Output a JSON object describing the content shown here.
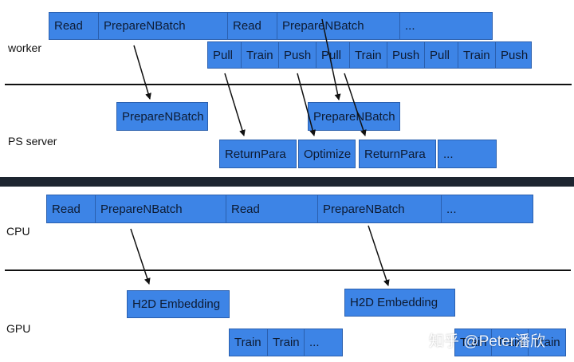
{
  "panel_ps": {
    "worker_label": "worker",
    "server_label": "PS server",
    "worker_row1": [
      "Read",
      "PrepareNBatch",
      "Read",
      "PrepareNBatch",
      "..."
    ],
    "worker_row2": [
      "Pull",
      "Train",
      "Push",
      "Pull",
      "Train",
      "Push",
      "Pull",
      "Train",
      "Push"
    ],
    "server_row1": [
      "PrepareNBatch",
      "PrepareNBatch"
    ],
    "server_row2": [
      "ReturnPara",
      "Optimize",
      "ReturnPara",
      "..."
    ]
  },
  "panel_gpu": {
    "cpu_label": "CPU",
    "gpu_label": "GPU",
    "cpu_row": [
      "Read",
      "PrepareNBatch",
      "Read",
      "PrepareNBatch",
      "..."
    ],
    "gpu_row1": [
      "H2D Embedding",
      "H2D Embedding"
    ],
    "gpu_row2": [
      "Train",
      "Train",
      "...",
      "Train",
      "Train",
      "Train"
    ]
  },
  "watermark": "知乎 @Peter潘欣",
  "colors": {
    "box_fill": "#3d84e6",
    "box_border": "#2a5fae",
    "band": "#1d2530"
  }
}
